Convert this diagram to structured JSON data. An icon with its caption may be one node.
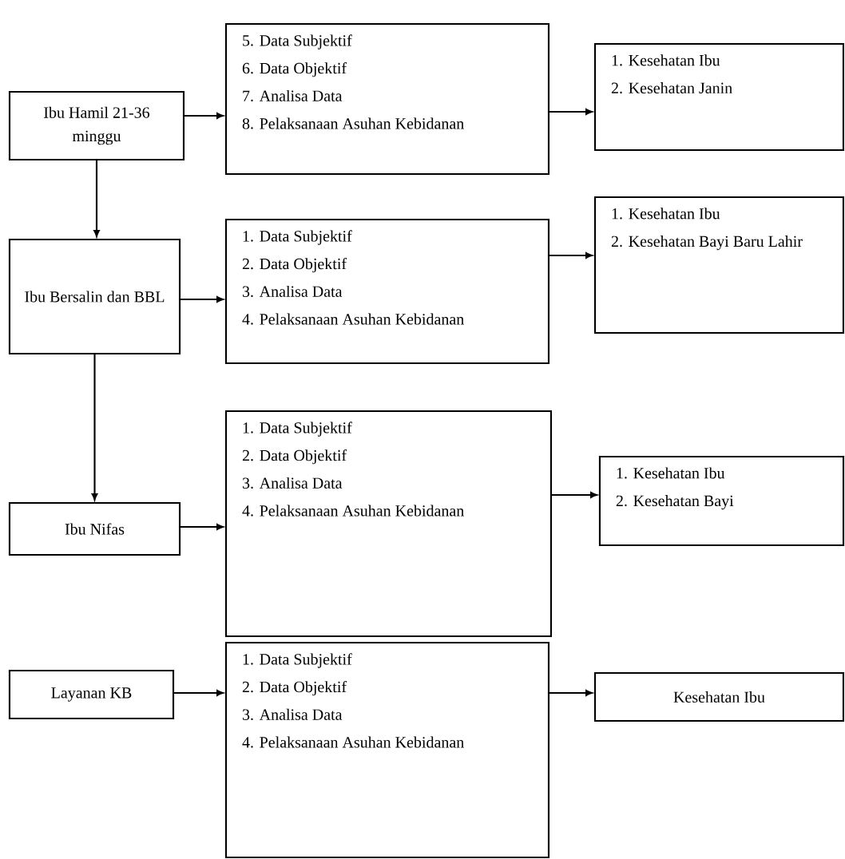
{
  "diagram": {
    "nodes": [
      {
        "text": [
          "Ibu Hamil 21-36 minggu"
        ]
      },
      {
        "text": [
          "5. Data Subjektif",
          "6. Data Objektif",
          "7. Analisa Data",
          "8. Pelaksanaan Asuhan Kebidanan"
        ]
      },
      {
        "text": [
          "1. Kesehatan Ibu",
          "2. Kesehatan Janin"
        ]
      },
      {
        "text": [
          "Ibu Bersalin dan BBL"
        ]
      },
      {
        "text": [
          "1. Data Subjektif",
          "2. Data Objektif",
          "3. Analisa Data",
          "4. Pelaksanaan Asuhan Kebidanan"
        ]
      },
      {
        "text": [
          "1. Kesehatan Ibu",
          "2. Kesehatan Bayi Baru Lahir"
        ]
      },
      {
        "text": [
          "Ibu Nifas"
        ]
      },
      {
        "text": [
          "1. Data Subjektif",
          "2. Data Objektif",
          "3. Analisa Data",
          "4. Pelaksanaan Asuhan Kebidanan"
        ]
      },
      {
        "text": [
          "1. Kesehatan Ibu",
          "2. Kesehatan Bayi"
        ]
      },
      {
        "text": [
          "Layanan KB"
        ]
      },
      {
        "text": [
          "1. Data Subjektif",
          "2. Data Objektif",
          "3. Analisa Data",
          "4. Pelaksanaan Asuhan Kebidanan"
        ]
      },
      {
        "text": [
          "Kesehatan Ibu"
        ]
      }
    ],
    "edges": [
      {
        "from": 0,
        "to": 1,
        "arrow": "to"
      },
      {
        "from": 1,
        "to": 2,
        "arrow": "to"
      },
      {
        "from": 0,
        "to": 3,
        "arrow": "to"
      },
      {
        "from": 3,
        "to": 4,
        "arrow": "to"
      },
      {
        "from": 4,
        "to": 5,
        "arrow": "to"
      },
      {
        "from": 3,
        "to": 6,
        "arrow": "to"
      },
      {
        "from": 6,
        "to": 7,
        "arrow": "to"
      },
      {
        "from": 7,
        "to": 8,
        "arrow": "to"
      },
      {
        "from": 9,
        "to": 10,
        "arrow": "to"
      },
      {
        "from": 10,
        "to": 11,
        "arrow": "to"
      }
    ]
  }
}
